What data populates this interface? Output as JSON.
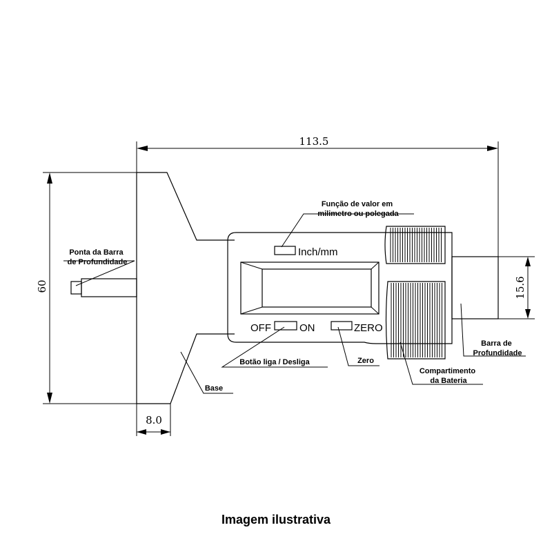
{
  "dimensions": {
    "length": "113.5",
    "height": "60",
    "bar_diameter": "15.6",
    "base_width": "8.0"
  },
  "device": {
    "unit_label": "Inch/mm",
    "off_label": "OFF",
    "on_label": "ON",
    "zero_label": "ZERO"
  },
  "labels": {
    "unit_function": [
      "Função de valor em",
      "milimetro ou polegada"
    ],
    "tip": [
      "Ponta da Barra",
      "de Profundidade"
    ],
    "power": "Botão liga / Desliga",
    "zero": "Zero",
    "base": "Base",
    "bar": [
      "Barra de",
      "Profundidade"
    ],
    "battery": [
      "Compartimento",
      "da Bateria"
    ]
  },
  "caption": "Imagem ilustrativa"
}
